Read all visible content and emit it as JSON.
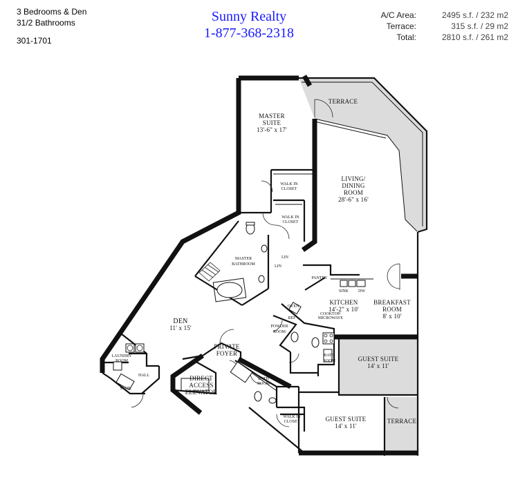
{
  "header": {
    "bedrooms": "3 Bedrooms & Den",
    "bathrooms": "31/2 Bathrooms",
    "unit": "301-1701",
    "company": "Sunny Realty",
    "phone": "1-877-368-2318",
    "areas": [
      {
        "label": "A/C Area:",
        "value": "2495 s.f. / 232 m2"
      },
      {
        "label": "Terrace:",
        "value": "315 s.f. / 29 m2"
      },
      {
        "label": "Total:",
        "value": "2810 s.f. / 261 m2"
      }
    ]
  },
  "rooms": {
    "terrace_top": "TERRACE",
    "master_suite": "MASTER",
    "master_suite_2": "SUITE",
    "master_suite_dim": "13'-6\" x 17'",
    "living": "LIVING/",
    "living_2": "DINING",
    "living_3": "ROOM",
    "living_dim": "28'-6\" x 16'",
    "walk_in_1": "WALK IN",
    "walk_in_1b": "CLOSET",
    "walk_in_2": "WALK IN",
    "walk_in_2b": "CLOSET",
    "master_bath": "MASTER",
    "master_bath_2": "BATHROOM",
    "lin1": "LIN",
    "lin2": "LIN",
    "pantry": "PANTRY",
    "sink": "SINK",
    "dw": "DW",
    "kitchen": "KITCHEN",
    "kitchen_dim": "14'-2\" x 10'",
    "breakfast": "BREAKFAST",
    "breakfast_2": "ROOM",
    "breakfast_dim": "8' x 10'",
    "oven": "OVEN",
    "ref": "REF",
    "cooktop": "COOKTOP/",
    "microwave": "MICROWAVE",
    "powder": "POWDER",
    "powder_2": "ROOM",
    "den": "DEN",
    "den_dim": "11' x 15'",
    "private": "PRIVATE",
    "foyer": "FOYER",
    "bath1": "BATH",
    "bath1_2": "ROOM",
    "guest1": "GUEST SUITE",
    "guest1_dim": "14' x 11'",
    "laundry": "LAUNDRY",
    "laundry_2": "ROOM",
    "hall": "HALL",
    "storage": "STOR.",
    "direct": "DIRECT",
    "access": "ACCESS",
    "elevator": "ELEVATOR",
    "bath2": "BATH",
    "bath2_2": "ROOM",
    "walk_in_3": "WALK IN",
    "walk_in_3b": "CLOSET",
    "guest2": "GUEST SUITE",
    "guest2_dim": "14' x 11'",
    "terrace_bottom": "TERRACE"
  }
}
